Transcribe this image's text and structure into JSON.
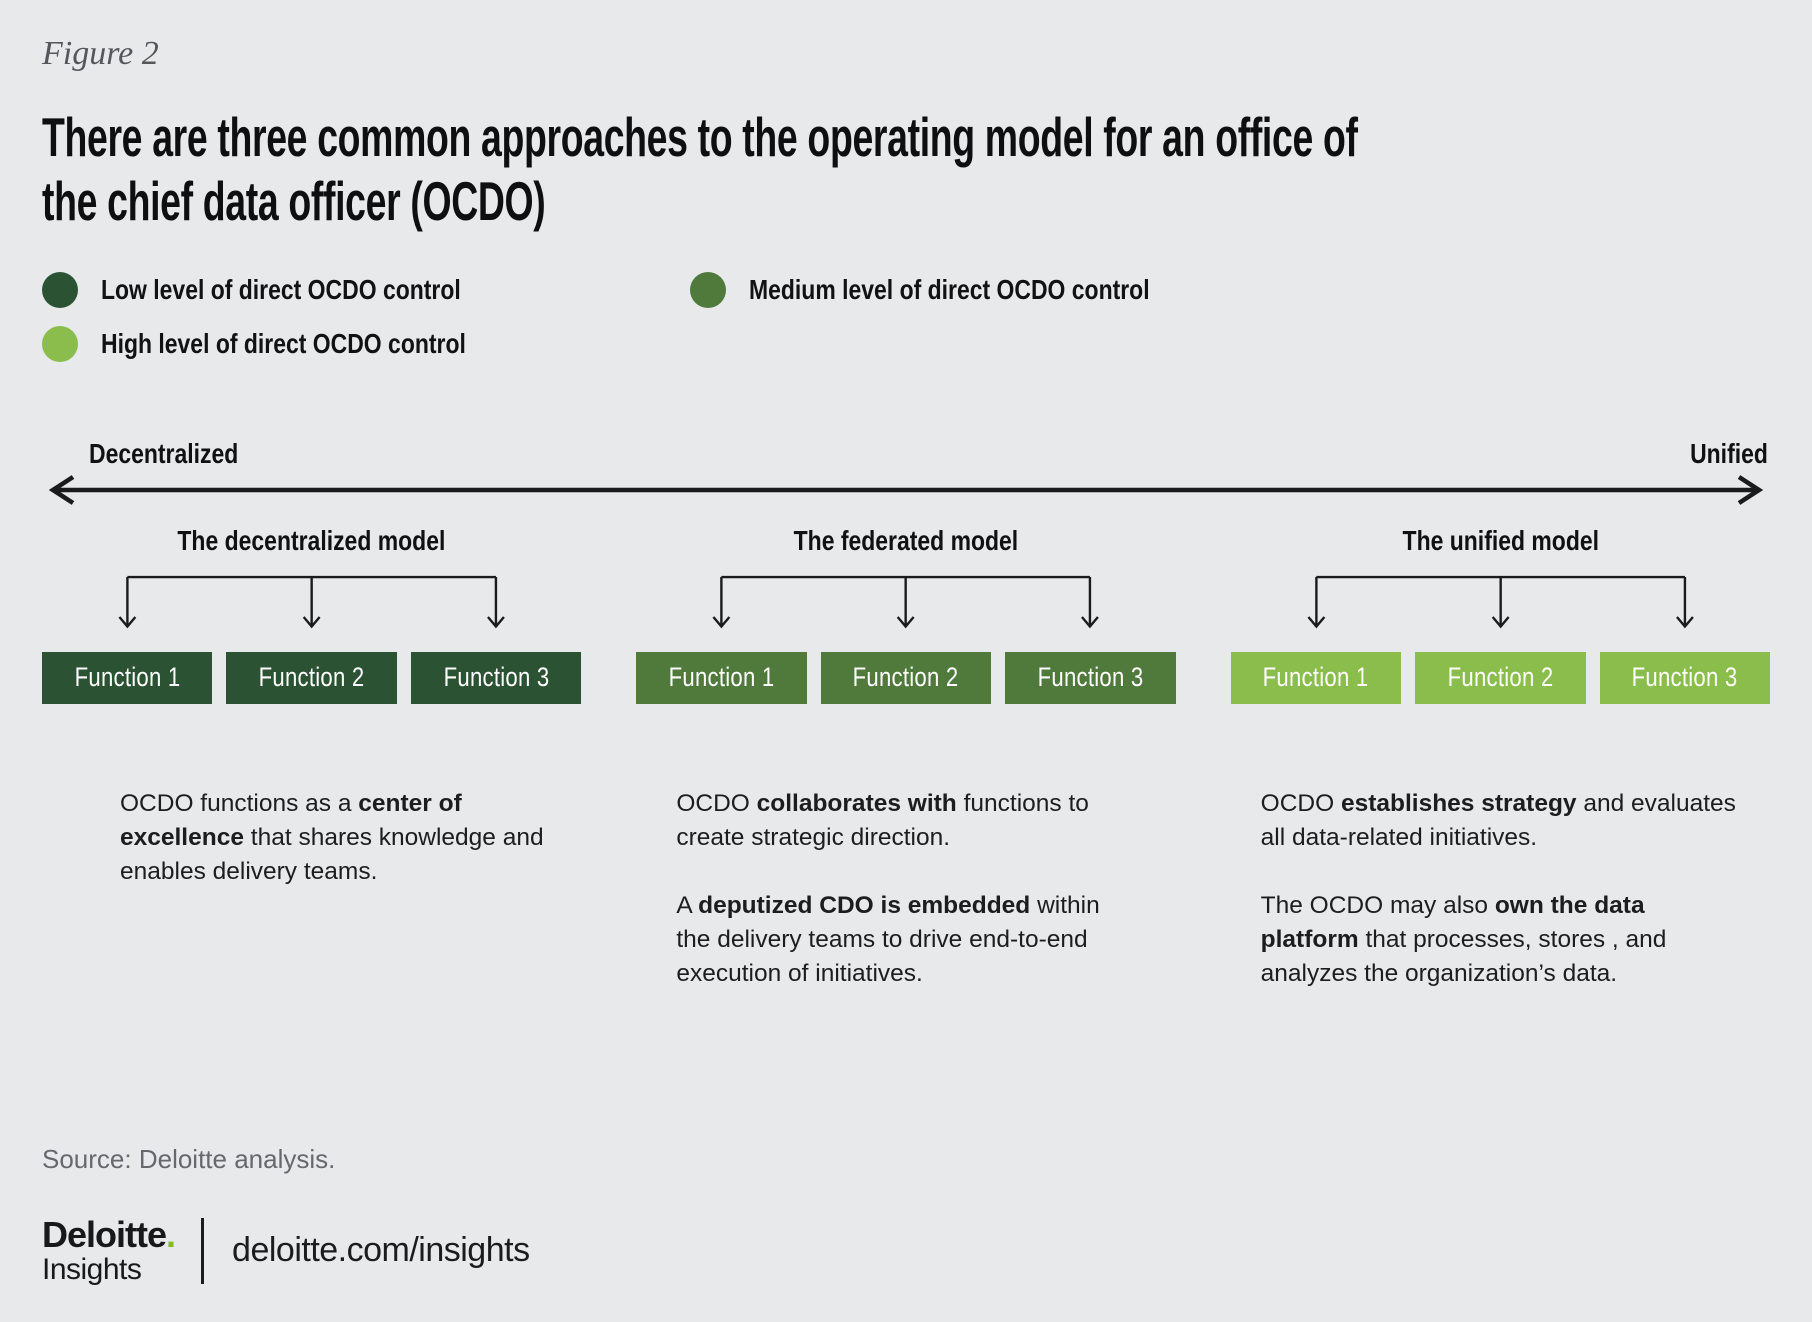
{
  "figure_label": "Figure 2",
  "title": {
    "lines": [
      "There are three common approaches to the operating model for an office of",
      "the chief data officer (OCDO)"
    ]
  },
  "colors": {
    "background": "#E8E9EA",
    "dark_green": "#2C5234",
    "medium_green": "#4F7A3C",
    "light_green": "#8ABD4C",
    "brand_green": "#86BC25"
  },
  "legend": {
    "items": [
      {
        "label": "Low level of direct OCDO control",
        "color": "#2C5234"
      },
      {
        "label": "Medium level of direct OCDO control",
        "color": "#4F7A3C"
      },
      {
        "label": "High level of direct OCDO control",
        "color": "#8ABD4C"
      }
    ]
  },
  "axis": {
    "left_label": "Decentralized",
    "right_label": "Unified"
  },
  "models": [
    {
      "name": "The decentralized model",
      "control_level": "low",
      "color": "#2C5234",
      "functions": [
        "Function 1",
        "Function 2",
        "Function 3"
      ],
      "description": [
        [
          {
            "text": "OCDO functions as a "
          },
          {
            "text": "center of excellence",
            "bold": true
          },
          {
            "text": " that shares knowledge and enables delivery teams."
          }
        ]
      ]
    },
    {
      "name": "The federated model",
      "control_level": "medium",
      "color": "#4F7A3C",
      "functions": [
        "Function 1",
        "Function 2",
        "Function 3"
      ],
      "description": [
        [
          {
            "text": "OCDO "
          },
          {
            "text": "collaborates with",
            "bold": true
          },
          {
            "text": " functions to create strategic direction."
          }
        ],
        [
          {
            "text": "A "
          },
          {
            "text": "deputized CDO is embedded",
            "bold": true
          },
          {
            "text": " within the delivery teams to drive end-to-end execution of initiatives."
          }
        ]
      ]
    },
    {
      "name": "The unified model",
      "control_level": "high",
      "color": "#8ABD4C",
      "functions": [
        "Function 1",
        "Function 2",
        "Function 3"
      ],
      "description": [
        [
          {
            "text": "OCDO "
          },
          {
            "text": "establishes strategy",
            "bold": true
          },
          {
            "text": " and evaluates all data-related initiatives."
          }
        ],
        [
          {
            "text": "The OCDO may also "
          },
          {
            "text": "own the data platform",
            "bold": true
          },
          {
            "text": " that processes, stores , and analyzes the organization’s data."
          }
        ]
      ]
    }
  ],
  "source": "Source: Deloitte analysis.",
  "footer": {
    "brand": "Deloitte",
    "brand_dot": ".",
    "brand_sub": "Insights",
    "url": "deloitte.com/insights"
  }
}
